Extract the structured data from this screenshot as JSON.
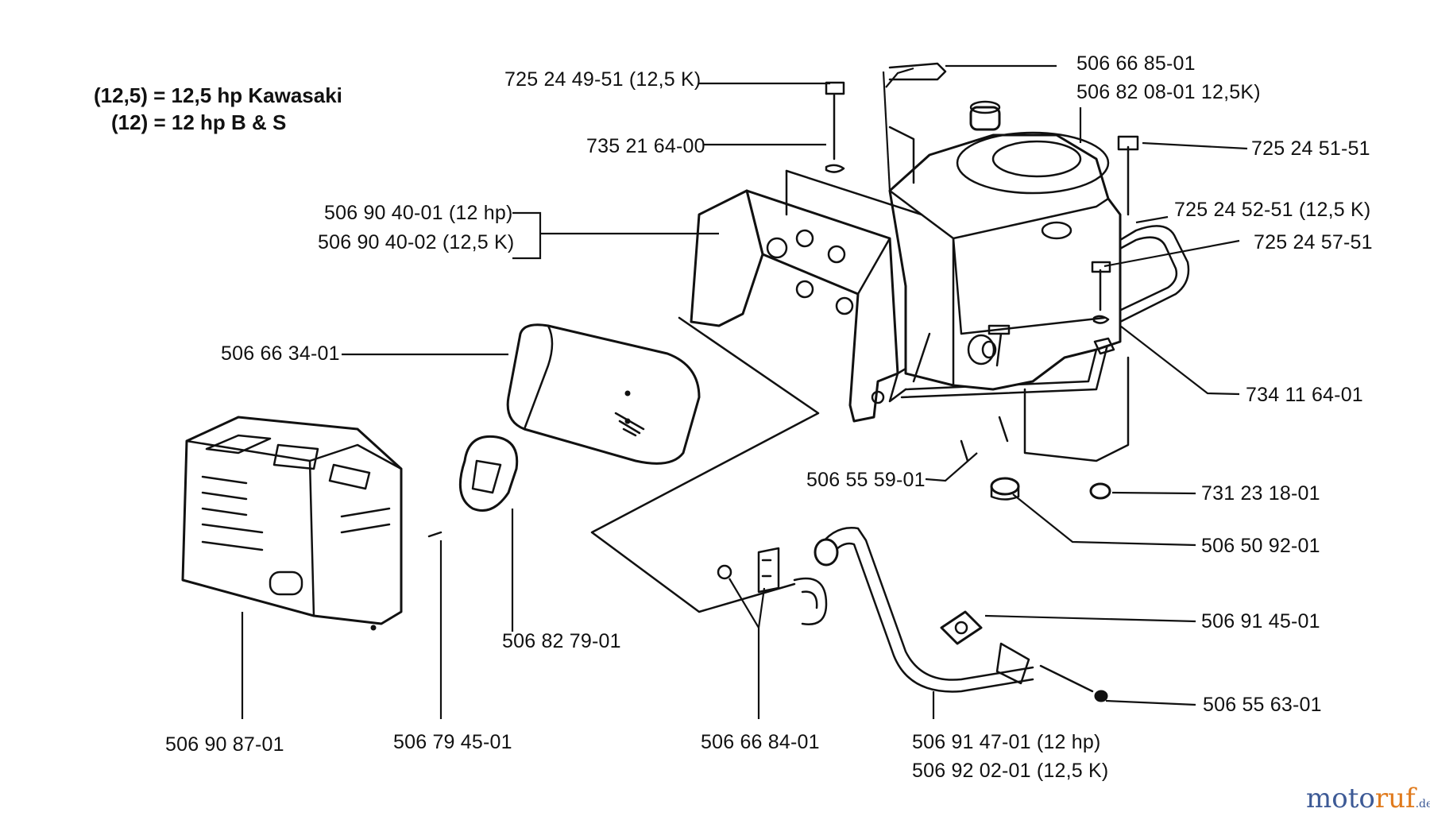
{
  "legend": {
    "line1": "(12,5) = 12,5 hp Kawasaki",
    "line2": "(12) = 12 hp B & S"
  },
  "parts": {
    "p725244951": "725 24 49-51 (12,5 K)",
    "p506668501": "506 66 85-01",
    "p506820801": "506 82 08-01 12,5K)",
    "p735216400": "735 21 64-00",
    "p725245151": "725 24 51-51",
    "p506904001": "506 90 40-01 (12 hp)",
    "p506904002": "506 90 40-02 (12,5 K)",
    "p725245251": "725 24 52-51 (12,5 K)",
    "p725245751": "725 24 57-51",
    "p506663401": "506 66 34-01",
    "p734116401": "734 11 64-01",
    "p506555901": "506 55 59-01",
    "p731231801": "731 23 18-01",
    "p506509201": "506 50 92-01",
    "p506827901": "506 82 79-01",
    "p506914501": "506 91 45-01",
    "p506555631": "506 55 63-01",
    "p506908701": "506 90 87-01",
    "p506794501": "506 79 45-01",
    "p506668401": "506 66 84-01",
    "p506914701": "506 91 47-01 (12 hp)",
    "p506920201": "506 92 02-01 (12,5 K)"
  },
  "watermark": {
    "part1": "moto",
    "part2": "ruf",
    "part3": ".de"
  }
}
